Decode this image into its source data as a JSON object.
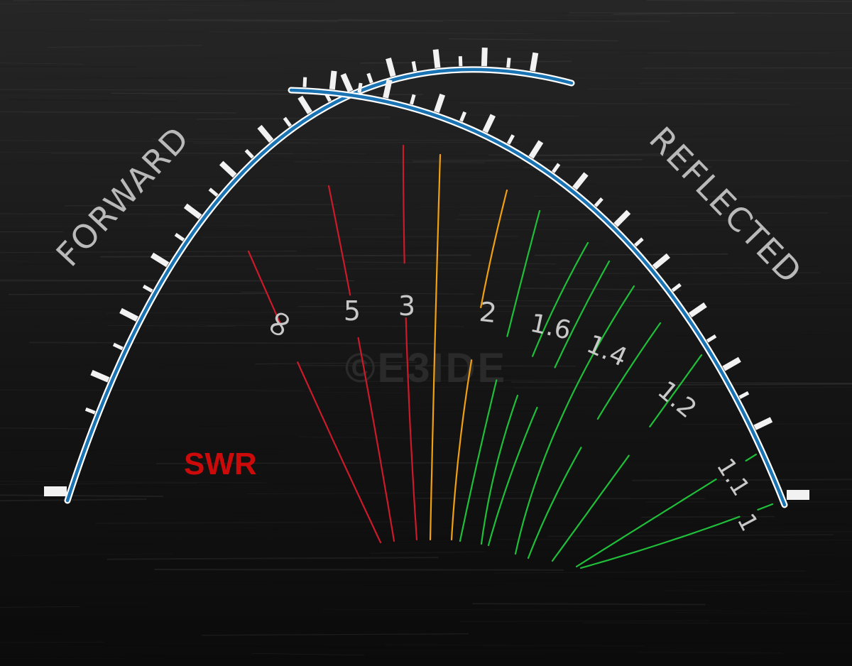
{
  "scale": {
    "forward_label": "FORWARD",
    "reflected_label": "REFLECTED",
    "swr_label": "SWR",
    "watermark": "©E3IDE",
    "swr_marks": [
      "∞",
      "5",
      "3",
      "2",
      "1.6",
      "1.4",
      "1.2",
      "1.1",
      "1"
    ],
    "colors": {
      "background": "#0e0e0e",
      "arc": "#1a74b4",
      "arc_outline": "#ffffff",
      "tick": "#f2f2f2",
      "text": "#c8c8c8",
      "swr_label": "#cc0a0a",
      "swr_high": "#cc1a2a",
      "swr_mid": "#f0a010",
      "swr_good": "#1fbf3a"
    },
    "line_colors": [
      "swr_high",
      "swr_high",
      "swr_high",
      "swr_mid",
      "swr_mid",
      "swr_good",
      "swr_good",
      "swr_good",
      "swr_good",
      "swr_good",
      "swr_good",
      "swr_good",
      "swr_good",
      "swr_good",
      "swr_good",
      "swr_good",
      "swr_good"
    ]
  }
}
